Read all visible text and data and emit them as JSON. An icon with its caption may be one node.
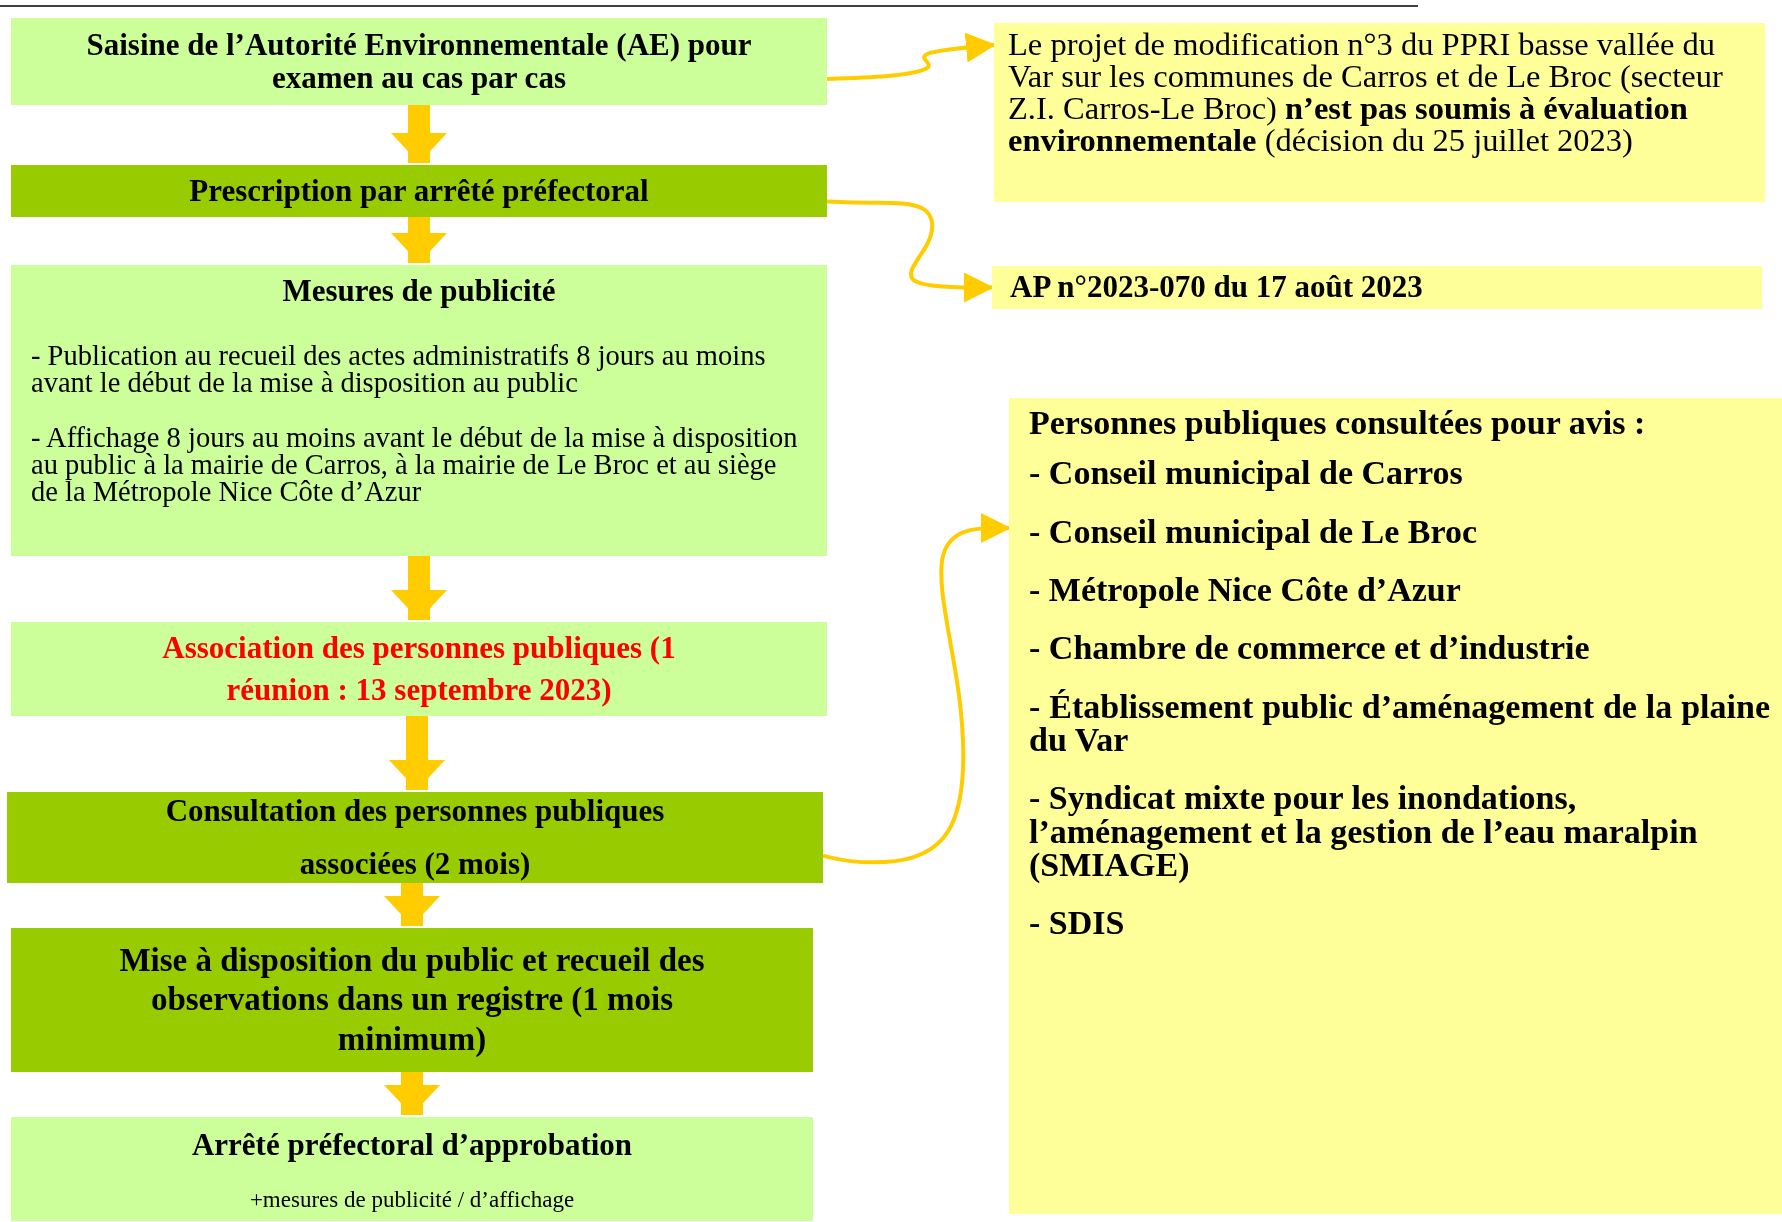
{
  "diagram": {
    "nodes": [
      {
        "text": [
          "Saisine de l’Autorité Environnementale (AE) pour examen au cas par cas"
        ]
      },
      {
        "text": [
          "Prescription par arrêté préfectoral"
        ]
      },
      {
        "text": [
          "Mesures de publicité",
          "- Publication au recueil des actes administratifs 8 jours au moins avant le début de la mise à disposition au public",
          "- Affichage 8 jours au moins avant le début de la mise à disposition au public à la mairie de Carros, à la mairie  de Le Broc et au siège de la Métropole Nice Côte d’Azur"
        ]
      },
      {
        "text": [
          "Association des personnes publiques (1 réunion : 13 septembre 2023)"
        ]
      },
      {
        "text": [
          "Consultation des personnes publiques associées (2 mois)"
        ]
      },
      {
        "text": [
          "Mise à disposition du public et recueil des observations dans un registre (1 mois minimum)"
        ]
      },
      {
        "text": [
          "Arrêté préfectoral d’approbation",
          "+mesures de publicité / d’affichage"
        ]
      },
      {
        "text": [
          "Le projet de modification n°3 du PPRI basse vallée du Var sur les communes de Carros et de Le Broc (secteur Z.I. Carros-Le Broc) **n’est pas soumis à évaluation environnementale** (décision du 25 juillet 2023)"
        ]
      },
      {
        "text": [
          "AP n°2023-070 du 17 août 2023"
        ]
      },
      {
        "text": [
          "Personnes publiques consultées pour avis :",
          "- Conseil municipal de Carros",
          "- Conseil municipal de Le Broc",
          "- Métropole Nice Côte d’Azur",
          "- Chambre de commerce et d’industrie",
          "- Établissement public d’aménagement de la plaine du Var",
          "- Syndicat mixte pour les inondations, l’aménagement et la gestion de l’eau maralpin (SMIAGE)",
          "- SDIS"
        ]
      }
    ],
    "edges": [
      {
        "from": 0,
        "to": 1,
        "arrow": "to"
      },
      {
        "from": 1,
        "to": 2,
        "arrow": "to"
      },
      {
        "from": 2,
        "to": 3,
        "arrow": "to"
      },
      {
        "from": 3,
        "to": 4,
        "arrow": "to"
      },
      {
        "from": 4,
        "to": 5,
        "arrow": "to"
      },
      {
        "from": 5,
        "to": 6,
        "arrow": "to"
      },
      {
        "from": 0,
        "to": 7,
        "arrow": "to"
      },
      {
        "from": 1,
        "to": 8,
        "arrow": "to"
      },
      {
        "from": 4,
        "to": 9,
        "arrow": "to"
      }
    ]
  }
}
